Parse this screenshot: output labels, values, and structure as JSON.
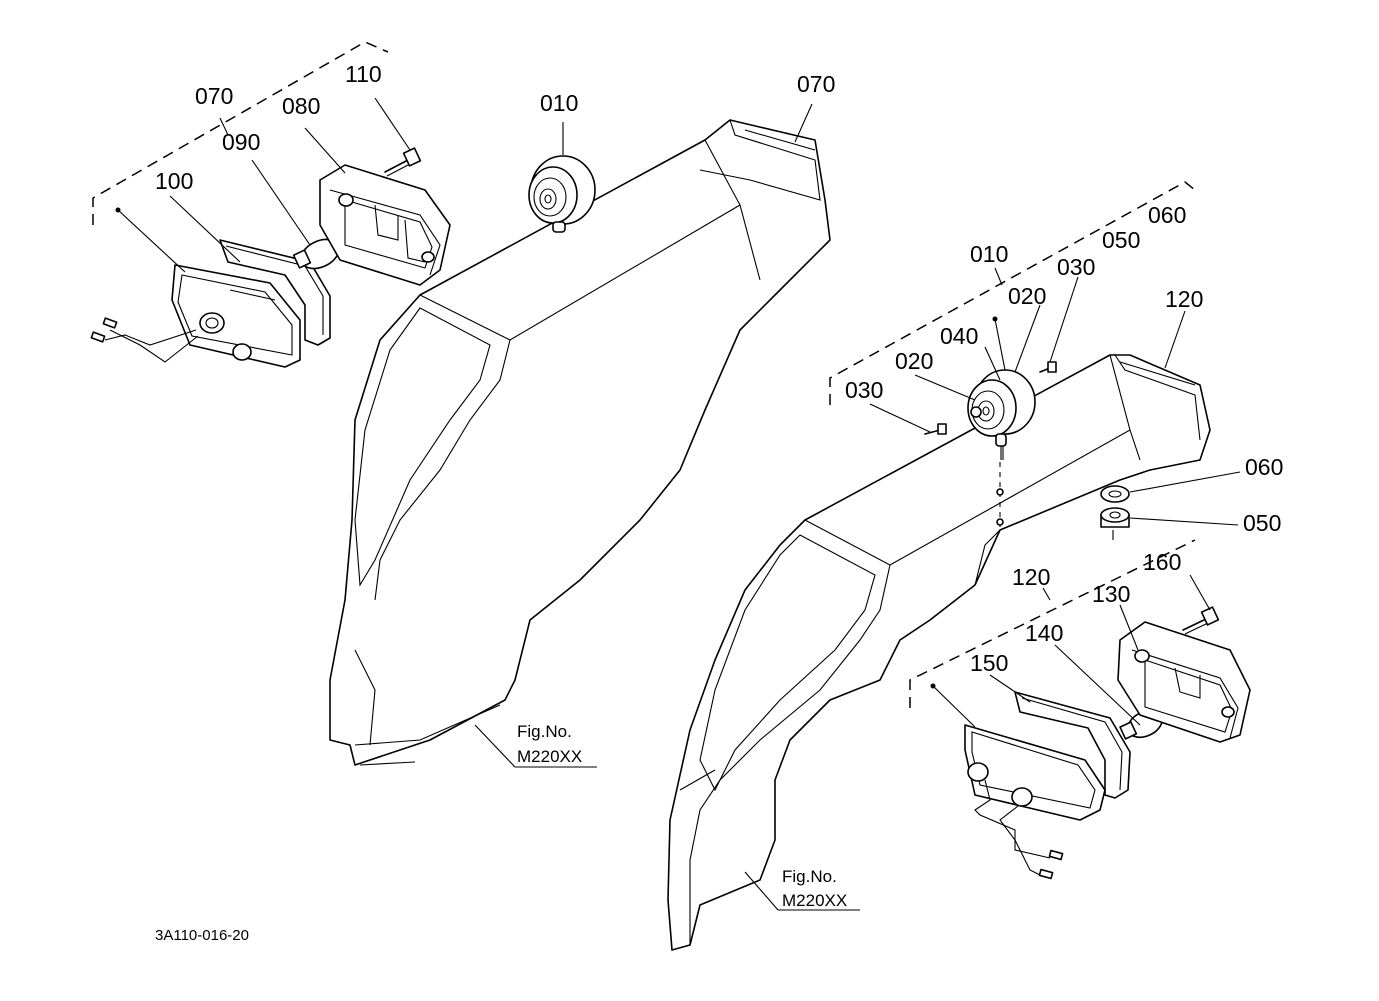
{
  "diagram": {
    "doc_id": "3A110-016-20",
    "left_assembly": {
      "callouts": {
        "c070_group": "070",
        "c110": "110",
        "c080": "080",
        "c090": "090",
        "c100": "100",
        "c010": "010",
        "c070": "070"
      },
      "fig_ref": {
        "label": "Fig.No.",
        "number": "M220XX"
      }
    },
    "right_assembly": {
      "callouts": {
        "c060_group": "060",
        "c050_group": "050",
        "c010_group": "010",
        "c030_top": "030",
        "c020_top": "020",
        "c040": "040",
        "c020_left": "020",
        "c030_left": "030",
        "c120_top": "120",
        "c060": "060",
        "c050": "050",
        "c120_group": "120",
        "c160": "160",
        "c130": "130",
        "c140": "140",
        "c150": "150"
      },
      "fig_ref": {
        "label": "Fig.No.",
        "number": "M220XX"
      }
    }
  }
}
